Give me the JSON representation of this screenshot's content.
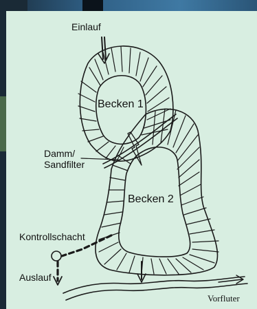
{
  "diagram": {
    "labels": {
      "inlet": "Einlauf",
      "basin1": "Becken 1",
      "dam_line1": "Damm/",
      "dam_line2": "Sandfilter",
      "basin2": "Becken 2",
      "control_shaft": "Kontrollschacht",
      "outlet": "Auslauf",
      "receiving_water": "Vorfluter"
    },
    "colors": {
      "panel_bg": "#d8eee1",
      "ink": "#1a1a1a",
      "photo_dark": "#0f1c2a",
      "photo_sky": "#2e5f86"
    }
  }
}
